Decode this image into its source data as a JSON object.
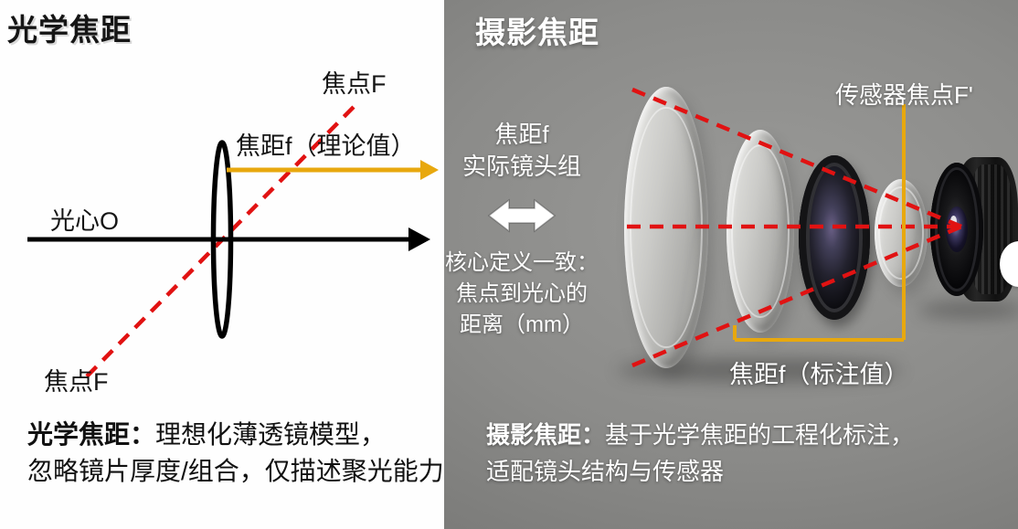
{
  "left": {
    "title": "光学焦距",
    "focal_point_top": "焦点F",
    "focal_length_label": "焦距f（理论值）",
    "optical_center": "光心O",
    "focal_point_bottom": "焦点F",
    "caption": {
      "lead": "光学焦距：",
      "line1": "理想化薄透镜模型，",
      "line2": "忽略镜片厚度/组合，仅描述聚光能力"
    }
  },
  "middle": {
    "line1": "焦距f",
    "line2": "实际镜头组",
    "arrow_icon": "double-headed-arrow",
    "note1": "核心定义一致：",
    "note2": "焦点到光心的",
    "note3": "距离（mm）"
  },
  "right": {
    "title": "摄影焦距",
    "sensor_focal_label": "传感器焦点F'",
    "focal_length_label": "焦距f（标注值）",
    "caption": {
      "lead": "摄影焦距：",
      "line1": "基于光学焦距的工程化标注，",
      "line2": "适配镜头结构与传感器"
    }
  },
  "colors": {
    "ray_red": "#e11212",
    "dimension_yellow": "#e8a80e",
    "panel_gray": "#8b8b89",
    "text_dark": "#151515",
    "text_light": "#ffffff"
  }
}
